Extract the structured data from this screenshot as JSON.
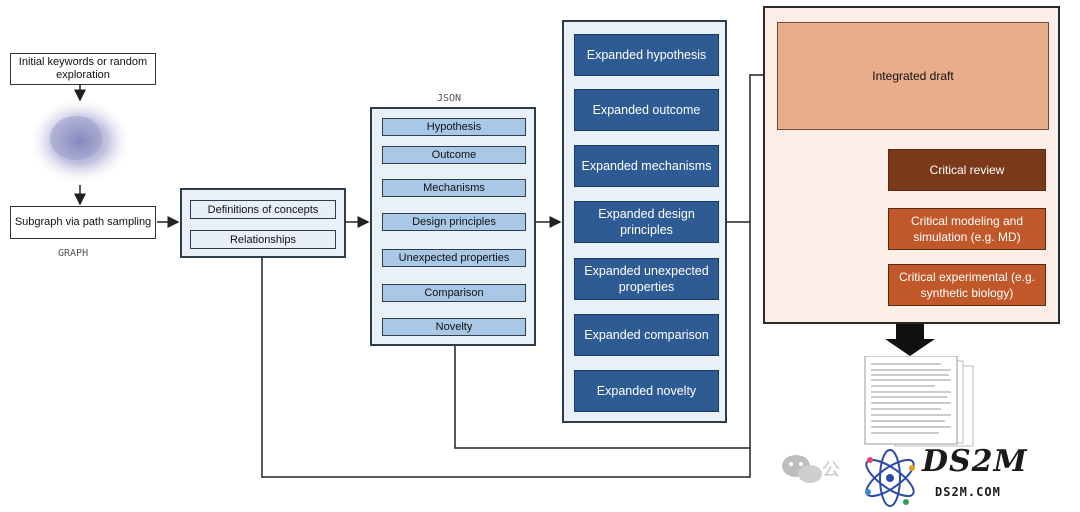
{
  "graph": {
    "keywords_box": "Initial keywords or random exploration",
    "subgraph_box": "Subgraph via path sampling",
    "label": "GRAPH"
  },
  "concepts": {
    "items": [
      "Definitions of concepts",
      "Relationships"
    ]
  },
  "json_panel": {
    "label": "JSON",
    "items": [
      "Hypothesis",
      "Outcome",
      "Mechanisms",
      "Design principles",
      "Unexpected properties",
      "Comparison",
      "Novelty"
    ]
  },
  "expanded": {
    "items": [
      "Expanded hypothesis",
      "Expanded outcome",
      "Expanded mechanisms",
      "Expanded design principles",
      "Expanded unexpected properties",
      "Expanded comparison",
      "Expanded novelty"
    ]
  },
  "integrated": {
    "draft": "Integrated draft",
    "reviews": [
      "Critical review",
      "Critical modeling and simulation (e.g. MD)",
      "Critical experimental (e.g. synthetic biology)"
    ]
  },
  "watermark": {
    "brand": "DS2M",
    "url": "DS2M.COM"
  },
  "colors": {
    "light_blue": "#a9c7e6",
    "dark_blue": "#2e5b93",
    "salmon": "#e8ad8a",
    "dark_brown": "#7a3a1a",
    "rust": "#c0582a"
  }
}
